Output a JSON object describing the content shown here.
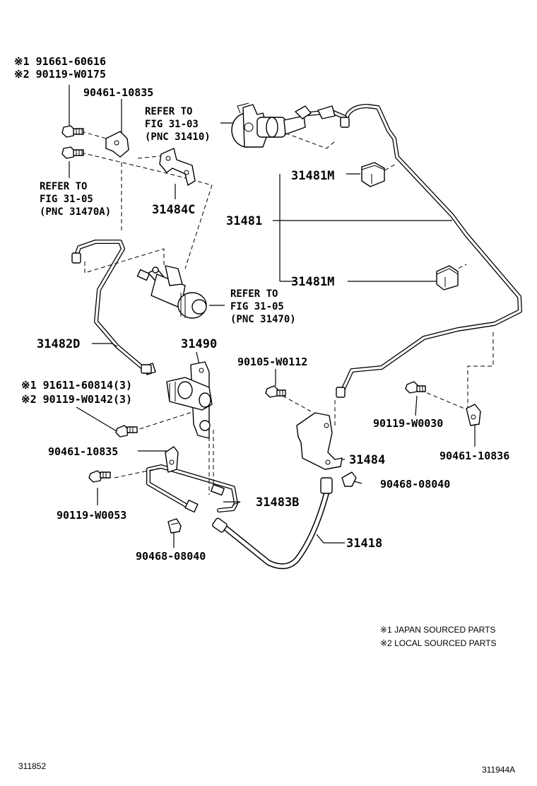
{
  "labels": {
    "m1_japan_bolt": "※1 91661-60616",
    "m2_local_bolt": "※2 90119-W0175",
    "clip_90461_10835_top": "90461-10835",
    "refer_fig_31_03": [
      "REFER TO",
      "FIG 31-03",
      "(PNC 31410)"
    ],
    "refer_fig_31_05a": [
      "REFER TO",
      "FIG 31-05",
      "(PNC 31470A)"
    ],
    "bracket_31484c": "31484C",
    "clamp_31481m_top": "31481M",
    "tube_31481": "31481",
    "clamp_31481m_bottom": "31481M",
    "refer_fig_31_05": [
      "REFER TO",
      "FIG 31-05",
      "(PNC 31470)"
    ],
    "tube_31482d": "31482D",
    "accumulator_31490": "31490",
    "bolt_90105_w0112": "90105-W0112",
    "m1_japan_bolt_3": "※1 91611-60814(3)",
    "m2_local_bolt_3": "※2 90119-W0142(3)",
    "bolt_90119_w0030": "90119-W0030",
    "clip_90461_10836": "90461-10836",
    "clip_90461_10835_mid": "90461-10835",
    "bracket_31484": "31484",
    "clip_90468_08040_right": "90468-08040",
    "bolt_90119_w0053": "90119-W0053",
    "tube_31483b": "31483B",
    "hose_31418": "31418",
    "clip_90468_08040_left": "90468-08040"
  },
  "notes": {
    "note1": "※1  JAPAN  SOURCED  PARTS",
    "note2": "※2  LOCAL  SOURCED  PARTS"
  },
  "corner": {
    "left": "311852",
    "right": "311944A"
  }
}
